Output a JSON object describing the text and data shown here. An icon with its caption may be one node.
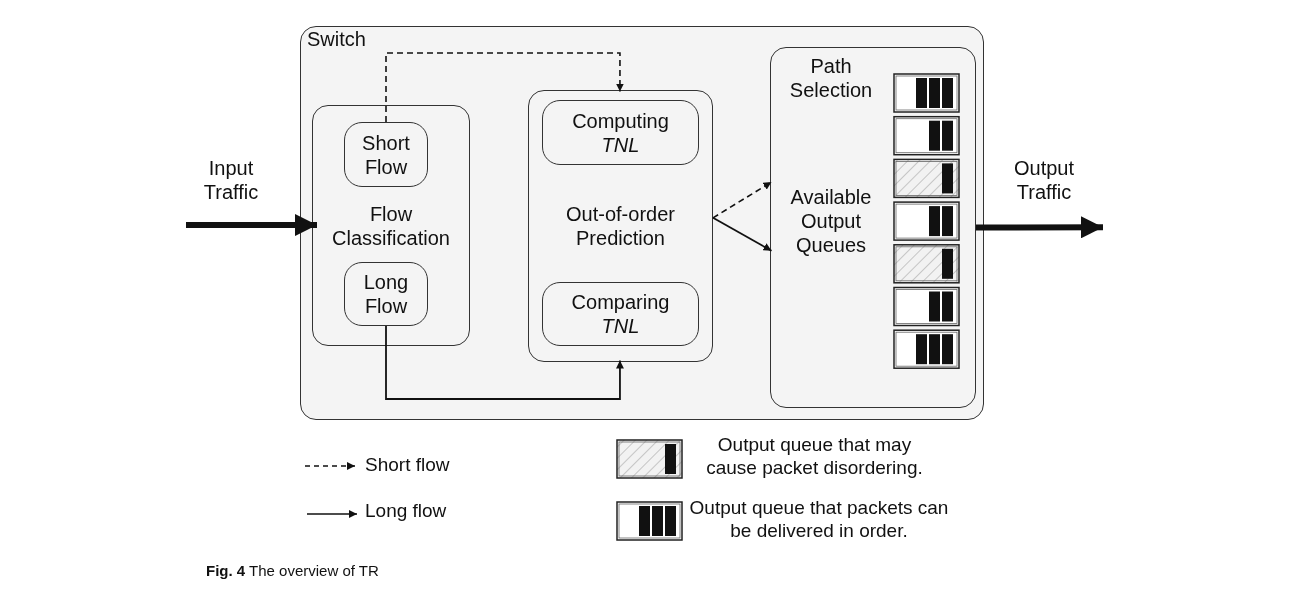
{
  "diagram": {
    "caption": "**Fig. 4** The overview of TR",
    "nodes": [
      {
        "text": [
          "Switch"
        ]
      },
      {
        "text": [
          "Flow Classification"
        ],
        "in": 0
      },
      {
        "text": [
          "Short Flow"
        ],
        "in": 1
      },
      {
        "text": [
          "Long Flow"
        ],
        "in": 1
      },
      {
        "text": [
          "Out-of-order Prediction"
        ],
        "in": 0
      },
      {
        "text": [
          "Computing *TNL*"
        ],
        "in": 4
      },
      {
        "text": [
          "Comparing *TNL*"
        ],
        "in": 4
      },
      {
        "text": [
          "Path Selection",
          "Available Output Queues"
        ],
        "in": 0
      },
      {
        "text": [
          "Input Traffic"
        ]
      },
      {
        "text": [
          "Output Traffic"
        ]
      }
    ],
    "edges": [
      {
        "from": 8,
        "to": 1,
        "arrow": "to",
        "style": "thick"
      },
      {
        "from": 7,
        "to": 9,
        "arrow": "to",
        "style": "thick"
      },
      {
        "from": 2,
        "to": 4,
        "arrow": "to",
        "style": "dashed"
      },
      {
        "from": 3,
        "to": 4,
        "arrow": "to"
      },
      {
        "from": 4,
        "to": 7,
        "arrow": "to",
        "style": "dashed"
      },
      {
        "from": 4,
        "to": 7,
        "arrow": "to"
      }
    ],
    "legend": [
      {
        "text": "Short flow"
      },
      {
        "text": "Long flow"
      },
      {
        "text": "Output queue that may cause packet disordering."
      },
      {
        "text": "Output queue that packets can be delivered in order."
      }
    ]
  }
}
